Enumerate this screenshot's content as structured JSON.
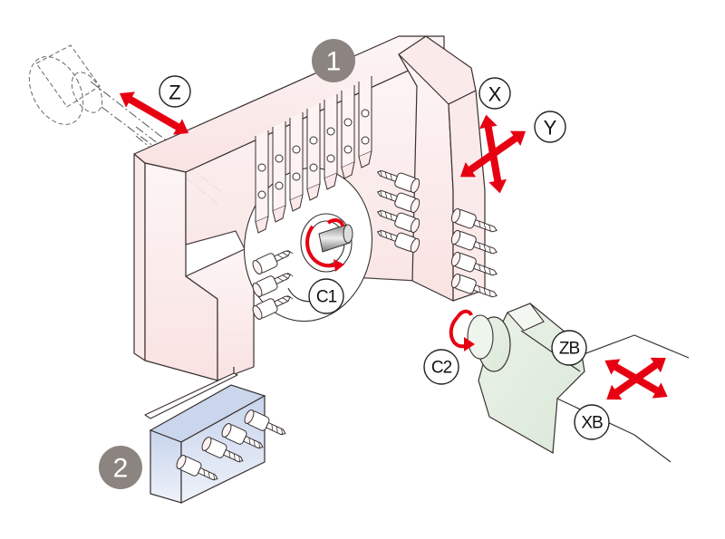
{
  "diagram": {
    "subject": "Lathe tooling layout illustration",
    "callouts": [
      {
        "id": "1",
        "label": "1",
        "meaning": "gang tool post / main turret"
      },
      {
        "id": "2",
        "label": "2",
        "meaning": "back tool post block"
      }
    ],
    "axis_labels": {
      "z": "Z",
      "x": "X",
      "y": "Y",
      "c1": "C1",
      "c2": "C2",
      "zb": "ZB",
      "xb": "XB"
    },
    "colors": {
      "arrow": "#e60012",
      "callout_badge": "#8c8480",
      "turret_fill": "#fbe9e9",
      "back_block_fill": "#cdd9ee",
      "sub_spindle_fill": "#e6efe4",
      "outline": "#3a3030"
    }
  }
}
